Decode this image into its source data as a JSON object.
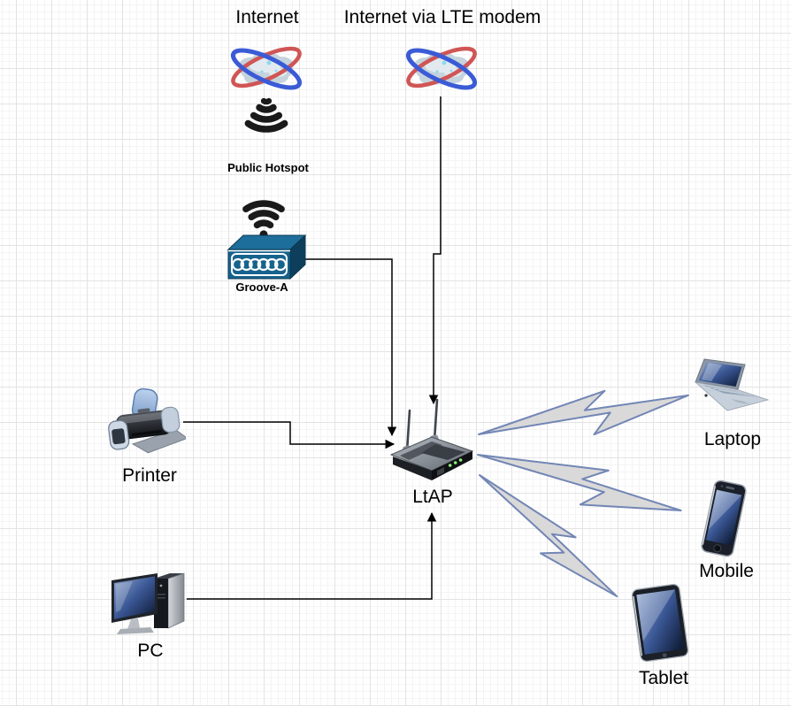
{
  "diagram": {
    "type": "network-topology",
    "background": "grid"
  },
  "nodes": {
    "internet": {
      "label": "Internet",
      "icon": "globe-icon"
    },
    "internet_lte": {
      "label": "Internet via LTE modem",
      "icon": "globe-icon"
    },
    "public_hotspot": {
      "label": "Public Hotspot",
      "icon": "wifi-signal-down-icon"
    },
    "groove_a": {
      "label": "Groove-A",
      "icon": "wifi-signal-up-icon + switch-box-icon"
    },
    "printer": {
      "label": "Printer",
      "icon": "printer-icon"
    },
    "ltap": {
      "label": "LtAP",
      "icon": "access-point-icon"
    },
    "pc": {
      "label": "PC",
      "icon": "desktop-computer-icon"
    },
    "laptop": {
      "label": "Laptop",
      "icon": "laptop-icon"
    },
    "mobile": {
      "label": "Mobile",
      "icon": "smartphone-icon"
    },
    "tablet": {
      "label": "Tablet",
      "icon": "tablet-icon"
    }
  },
  "connections": {
    "wired": [
      {
        "from": "Internet via LTE modem",
        "to": "LtAP",
        "style": "elbow-arrow"
      },
      {
        "from": "Groove-A",
        "to": "LtAP",
        "style": "elbow-arrow"
      },
      {
        "from": "Printer",
        "to": "LtAP",
        "style": "elbow-arrow"
      },
      {
        "from": "PC",
        "to": "LtAP",
        "style": "elbow-arrow"
      }
    ],
    "wireless": [
      {
        "from": "LtAP",
        "to": "Laptop",
        "style": "lightning-bolt"
      },
      {
        "from": "LtAP",
        "to": "Mobile",
        "style": "lightning-bolt"
      },
      {
        "from": "LtAP",
        "to": "Tablet",
        "style": "lightning-bolt"
      }
    ]
  },
  "colors": {
    "connector": "#000000",
    "bolt_fill": "#d9d9d9",
    "bolt_stroke": "#7286b5",
    "groove_box_blue": "#16638d",
    "wifi_icon_black": "#1a1a1a",
    "grid_minor": "#f4f4f4",
    "grid_major": "#e3e3e3",
    "label_color": "#000000",
    "globe_ring_red": "#d05555",
    "globe_ring_blue": "#3b5bd6"
  }
}
